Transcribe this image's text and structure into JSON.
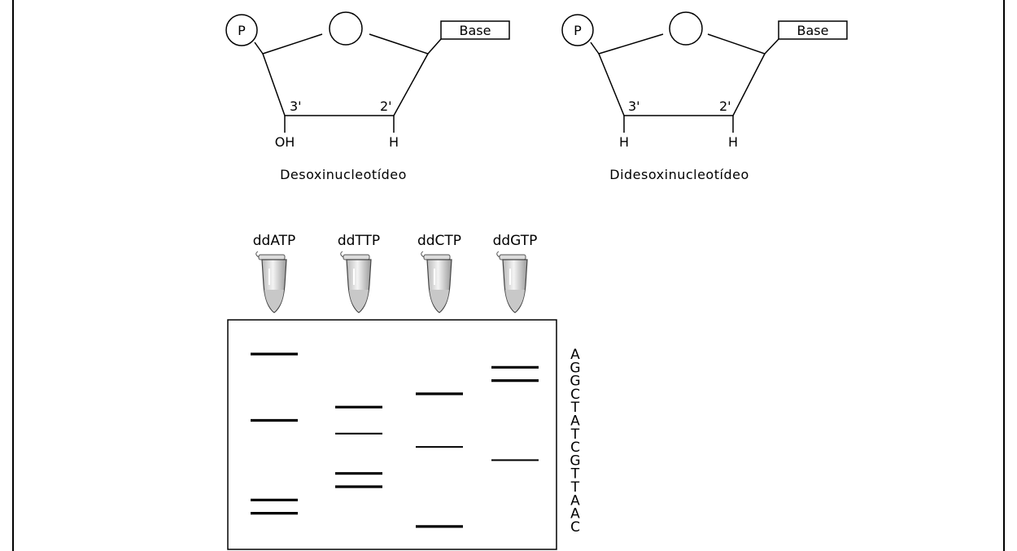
{
  "nucleotides": [
    {
      "phosphate": "P",
      "base": "Base",
      "carbon3": "3'",
      "carbon2": "2'",
      "group3": "OH",
      "group2": "H",
      "caption": "Desoxinucleotídeo"
    },
    {
      "phosphate": "P",
      "base": "Base",
      "carbon3": "3'",
      "carbon2": "2'",
      "group3": "H",
      "group2": "H",
      "caption": "Didesoxinucleotídeo"
    }
  ],
  "tubes": [
    "ddATP",
    "ddTTP",
    "ddCTP",
    "ddGTP"
  ],
  "sequence": [
    "A",
    "G",
    "G",
    "C",
    "T",
    "A",
    "T",
    "C",
    "G",
    "T",
    "T",
    "A",
    "A",
    "C"
  ],
  "gel_bands": {
    "ddATP": [
      1,
      6,
      12,
      13
    ],
    "ddTTP": [
      5,
      7,
      10,
      11
    ],
    "ddCTP": [
      4,
      8,
      14
    ],
    "ddGTP": [
      2,
      3,
      9
    ]
  },
  "thick_bands": {
    "ddATP": [
      1,
      6,
      12,
      13
    ],
    "ddTTP": [
      5,
      10,
      11
    ],
    "ddCTP": [
      4,
      14
    ],
    "ddGTP": [
      2,
      3
    ]
  }
}
